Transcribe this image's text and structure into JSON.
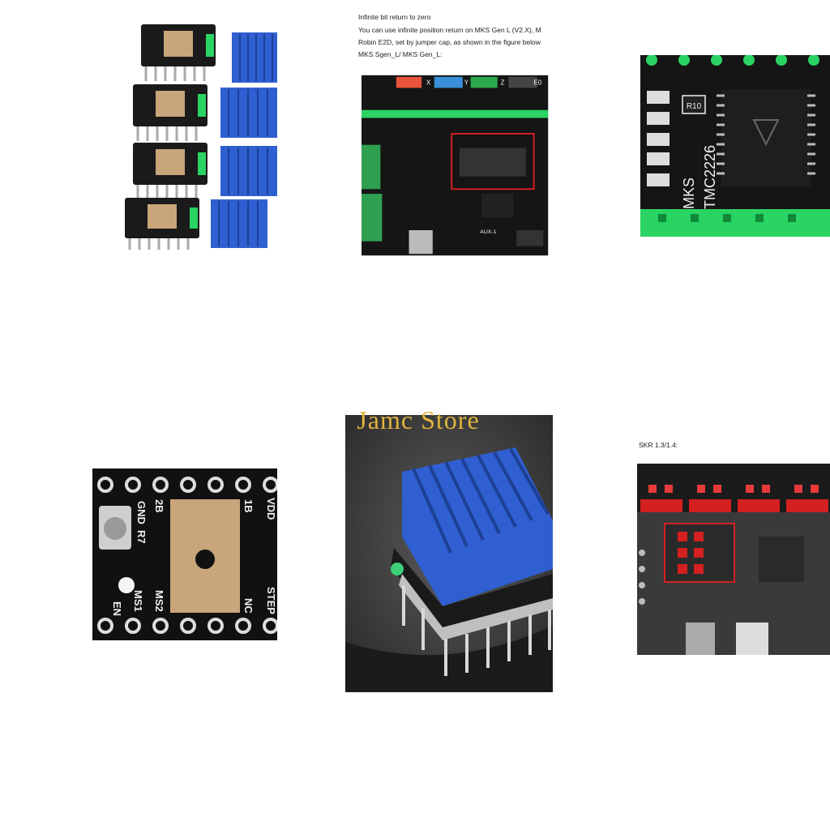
{
  "watermark": "Jamc Store",
  "tile2": {
    "lines": [
      "Infinite bit return to zero",
      "You can use infinite position return on MKS Gen L (V2.X), M",
      "Robin E2D, set by jumper cap, as shown in the figure below",
      "MKS Sgen_L/ MKS Gen_L:"
    ],
    "connector_labels": [
      "X",
      "Y",
      "Z",
      "E0"
    ],
    "board_label": "AUX-1"
  },
  "tile3": {
    "chip_text_vertical_1": "MKS",
    "chip_text_vertical_2": "TMC2226",
    "resistor_label": "R10"
  },
  "tile4": {
    "pin_labels": {
      "gnd": "GND",
      "r7": "R7",
      "b2": "2B",
      "b1": "1B",
      "vdd": "VDD",
      "ms2": "MS2",
      "ms1": "MS1",
      "en": "EN",
      "nc": "NC",
      "step": "STEP"
    }
  },
  "tile6": {
    "caption": "SKR 1.3/1.4:"
  },
  "colors": {
    "heatsink_blue": "#2f5fd0",
    "pcb_black": "#151515",
    "header_green": "#2ad462",
    "thermal_pad": "#c8a57a",
    "highlight_red": "#d42020",
    "watermark_gold": "#e0b340"
  }
}
